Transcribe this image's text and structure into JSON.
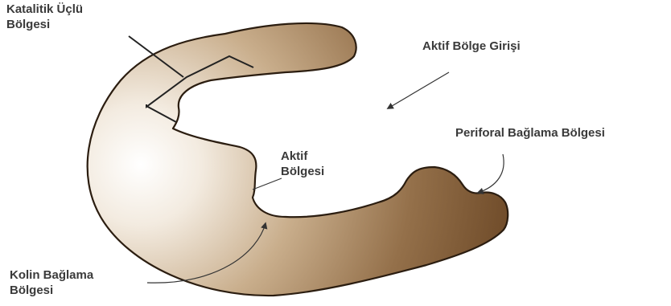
{
  "labels": {
    "catalytic_triad": [
      "Katalitik Üçlü",
      "Bölgesi"
    ],
    "active_site_entrance": "Aktif Bölge Girişi",
    "peripheral_binding": "Periforal Bağlama Bölgesi",
    "active_site": [
      "Aktif",
      "Bölgesi"
    ],
    "choline_binding": [
      "Kolin Bağlama",
      "Bölgesi"
    ]
  },
  "colors": {
    "shape_light": "#ffffff",
    "shape_mid": "#c9ae8c",
    "shape_dark": "#7a5430",
    "outline": "#2b1d10",
    "leader": "#333333",
    "text": "#3a3a3a"
  }
}
